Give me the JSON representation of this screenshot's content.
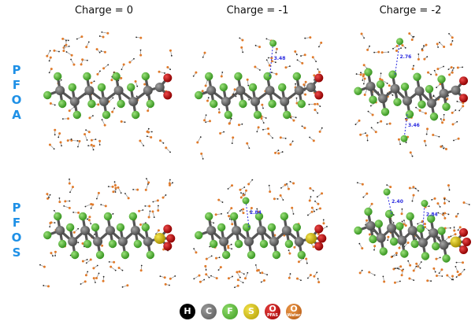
{
  "columns": [
    "Charge = 0",
    "Charge = -1",
    "Charge = -2"
  ],
  "rows": [
    {
      "letters": [
        "P",
        "F",
        "O",
        "A"
      ]
    },
    {
      "letters": [
        "P",
        "F",
        "O",
        "S"
      ]
    }
  ],
  "distances": {
    "pfoa_m1": "3.48",
    "pfoa_m2_a": "2.76",
    "pfoa_m2_b": "3.46",
    "pfos_m1": "2.84",
    "pfos_m2_a": "2.40",
    "pfos_m2_b": "2.84"
  },
  "legend": [
    {
      "symbol": "H",
      "sub": "",
      "color": "#000000",
      "icon": "hydrogen-atom-icon"
    },
    {
      "symbol": "C",
      "sub": "",
      "color": "#6b6b6b",
      "icon": "carbon-atom-icon"
    },
    {
      "symbol": "F",
      "sub": "",
      "color": "#4caf2f",
      "icon": "fluorine-atom-icon"
    },
    {
      "symbol": "S",
      "sub": "",
      "color": "#c8b400",
      "icon": "sulfur-atom-icon"
    },
    {
      "symbol": "O",
      "sub": "PFAS",
      "color": "#c00000",
      "icon": "oxygen-pfas-atom-icon"
    },
    {
      "symbol": "O",
      "sub": "Water",
      "color": "#d2691e",
      "icon": "oxygen-water-atom-icon"
    }
  ]
}
